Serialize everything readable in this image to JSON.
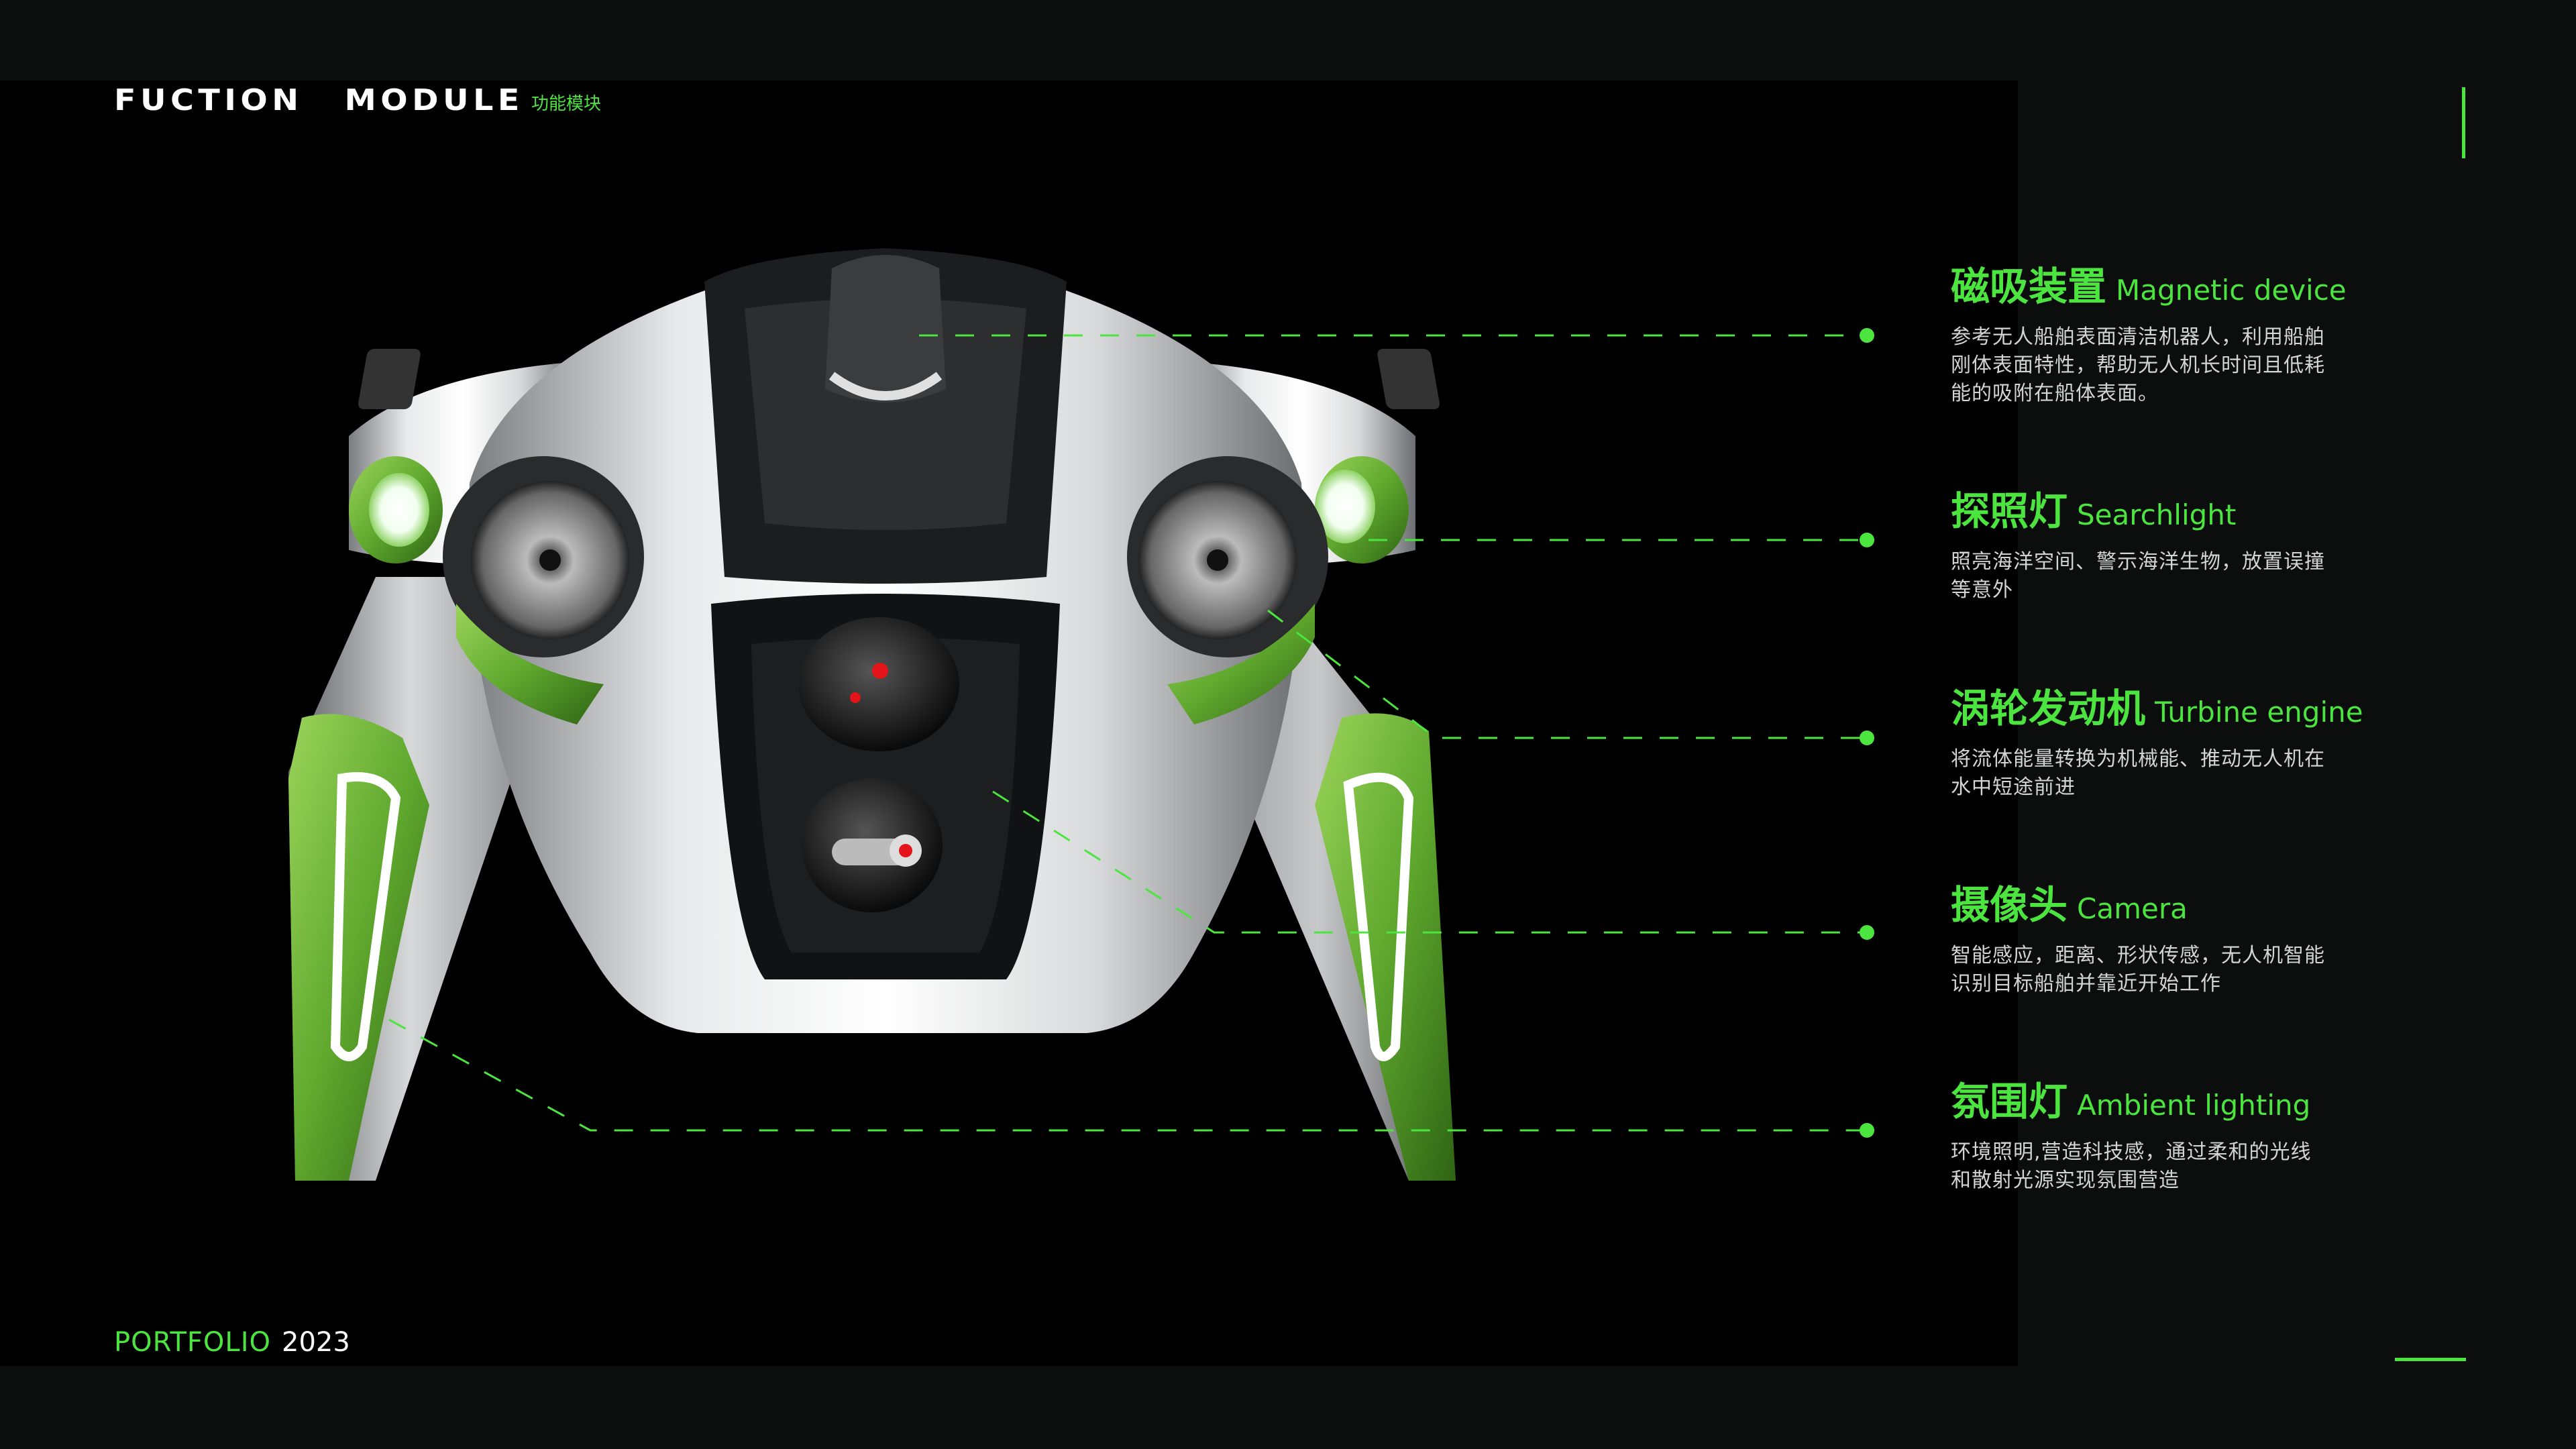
{
  "header": {
    "title": "FUCTION MODULE",
    "subtitle": "功能模块"
  },
  "footer": {
    "portfolio": "PORTFOLIO",
    "year": "2023"
  },
  "colors": {
    "accent": "#4ce53f",
    "background": "#000000",
    "frame": "#0c0d0d"
  },
  "features": [
    {
      "title_cn": "磁吸装置",
      "title_en": "Magnetic device",
      "description": "参考无人船舶表面清洁机器人，利用船舶刚体表面特性，帮助无人机长时间且低耗能的吸附在船体表面。"
    },
    {
      "title_cn": "探照灯",
      "title_en": "Searchlight",
      "description": "照亮海洋空间、警示海洋生物，放置误撞等意外"
    },
    {
      "title_cn": "涡轮发动机",
      "title_en": "Turbine engine",
      "description": "将流体能量转换为机械能、推动无人机在水中短途前进"
    },
    {
      "title_cn": "摄像头",
      "title_en": "Camera",
      "description": "智能感应，距离、形状传感，无人机智能识别目标船舶并靠近开始工作"
    },
    {
      "title_cn": "氛围灯",
      "title_en": "Ambient lighting",
      "description": "环境照明,营造科技感，通过柔和的光线和散射光源实现氛围营造"
    }
  ]
}
